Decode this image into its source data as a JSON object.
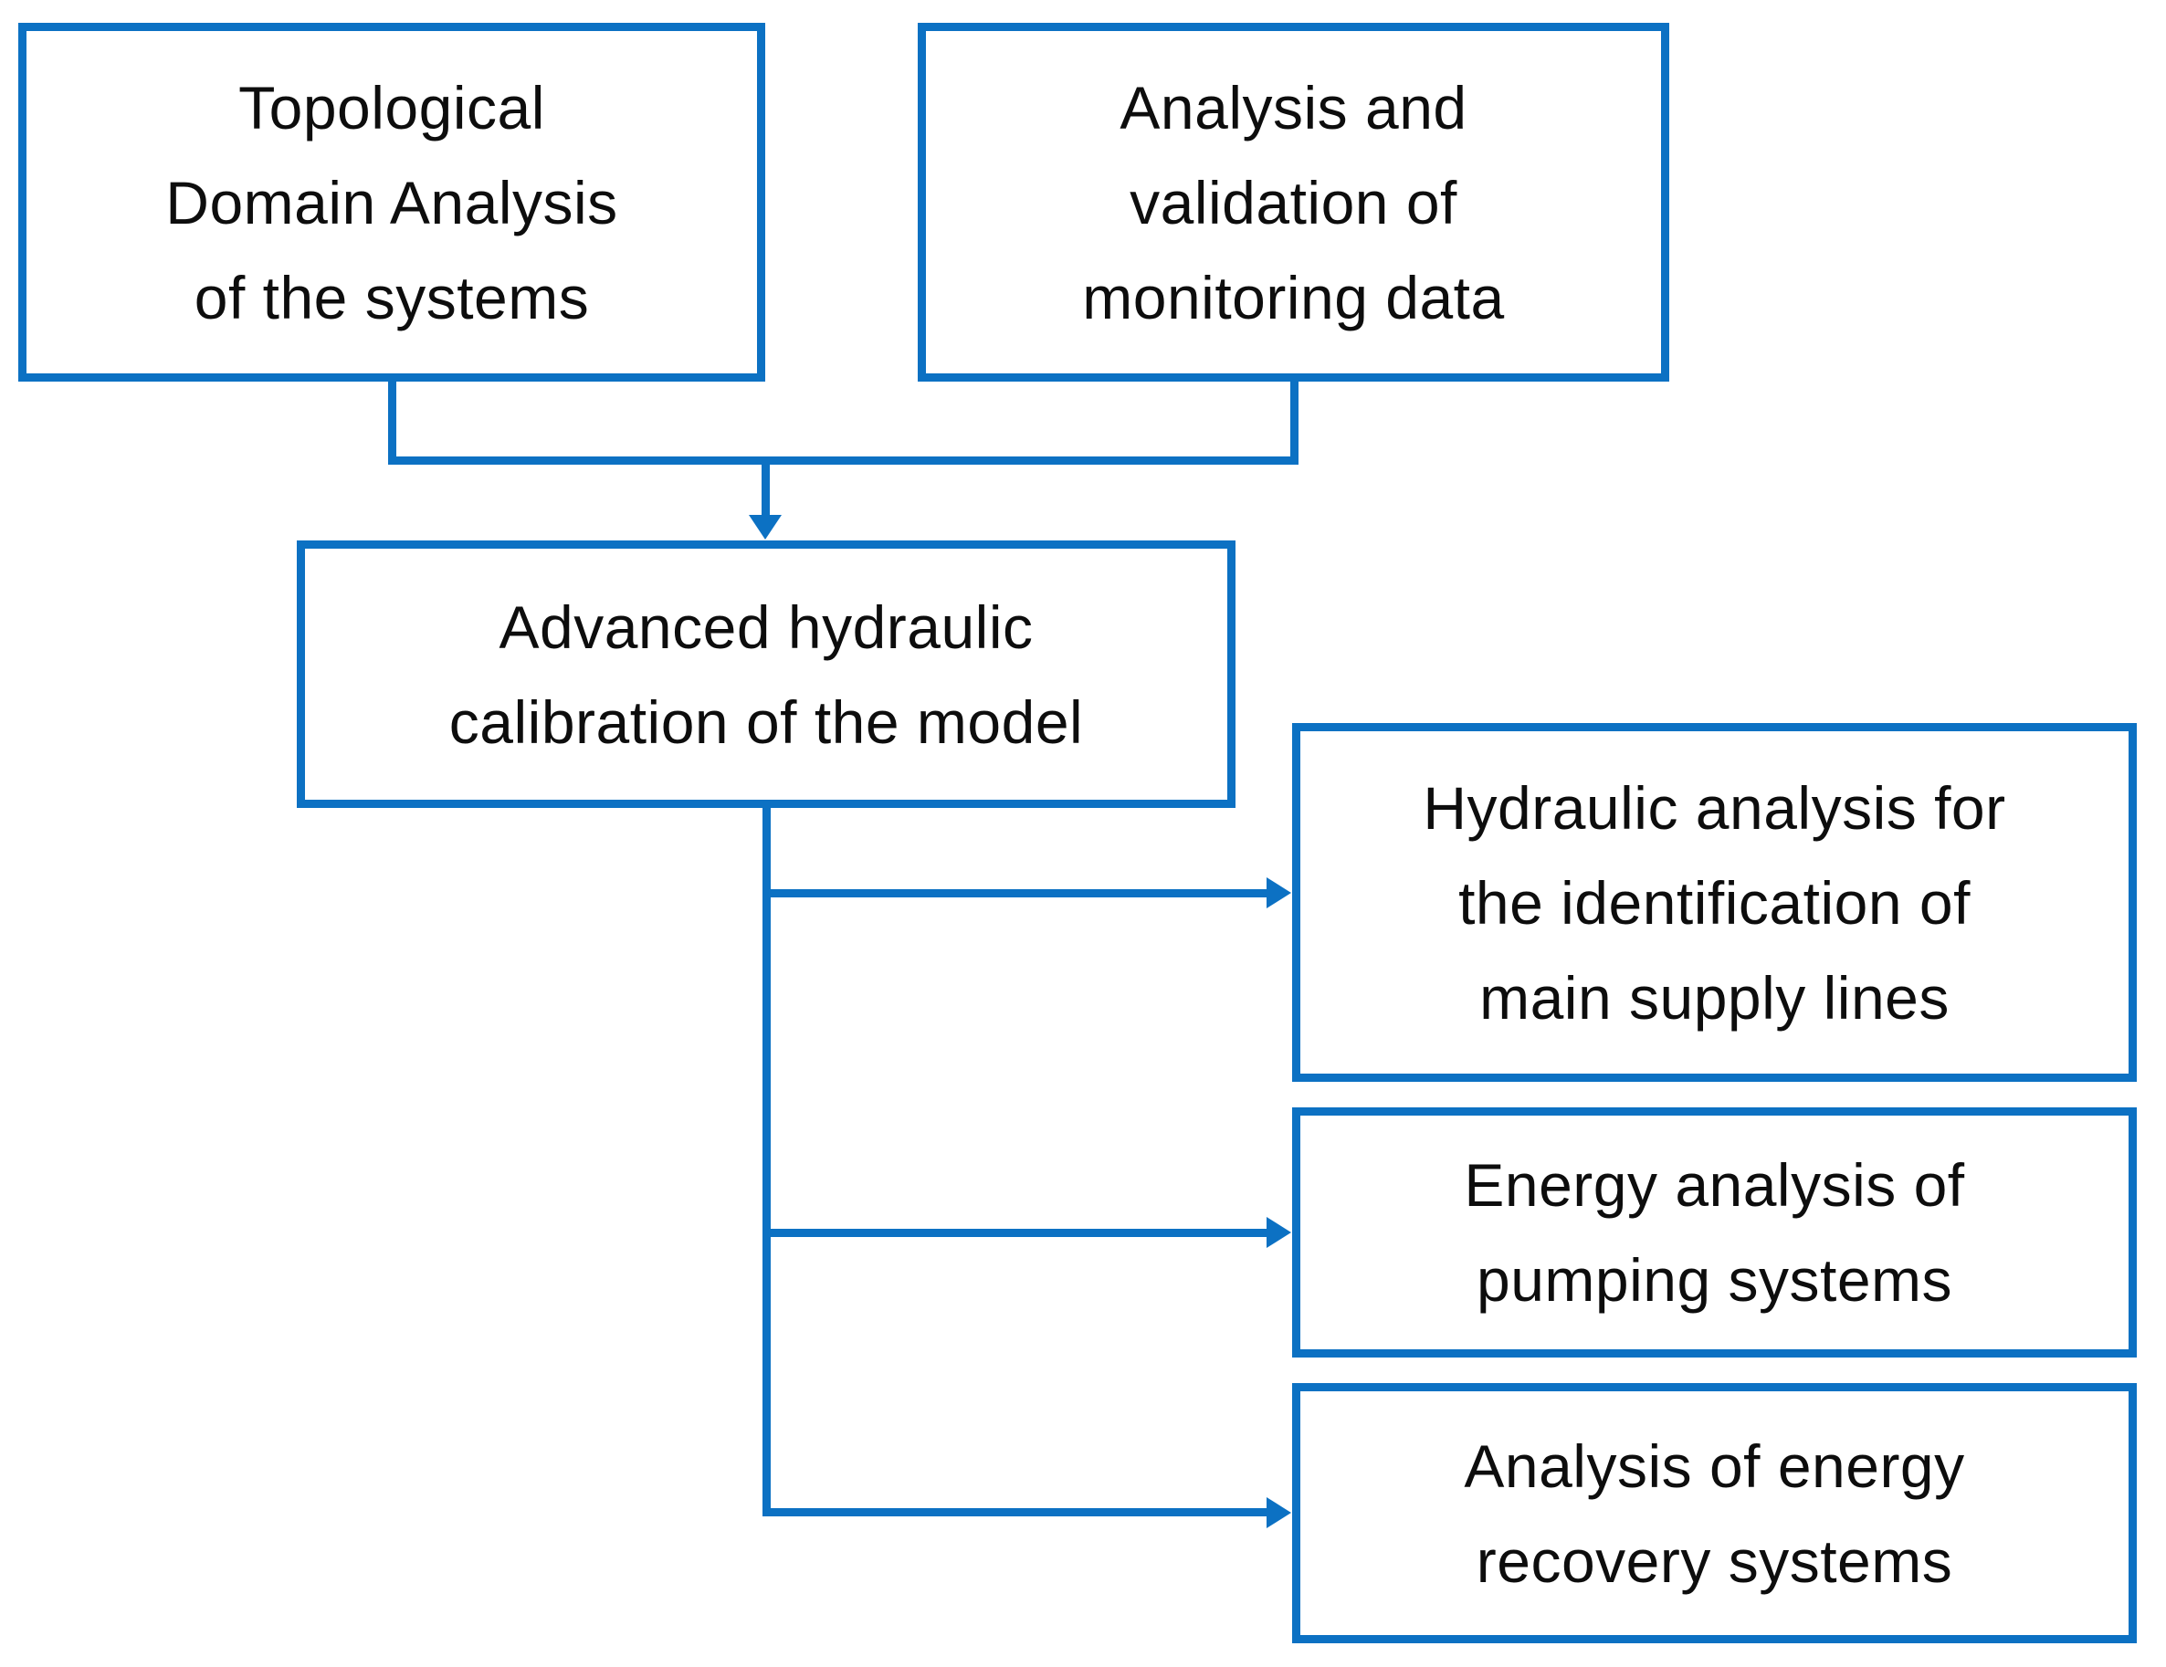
{
  "figure": {
    "type": "flowchart",
    "background_color": "#FFFFFF",
    "accent_color": "#0C71C3",
    "text_color": "#0D0D0D",
    "icons": {
      "arrow-down-icon": "css-triangle-down",
      "arrow-right-icon": "css-triangle-right"
    }
  },
  "nodes": {
    "topological": {
      "label": "Topological Domain Analysis of the systems",
      "lines": [
        "Topological",
        "Domain Analysis",
        "of the systems"
      ]
    },
    "monitoring": {
      "label": "Analysis and validation of monitoring data",
      "lines": [
        "Analysis and",
        "validation of",
        "monitoring data"
      ]
    },
    "calibration": {
      "label": "Advanced hydraulic calibration of the model",
      "lines": [
        "Advanced hydraulic",
        "calibration of the model"
      ]
    },
    "hydraulic": {
      "label": "Hydraulic analysis for the identification of main supply lines",
      "lines": [
        "Hydraulic analysis for",
        "the identification of",
        "main supply lines"
      ]
    },
    "energy": {
      "label": "Energy analysis of pumping systems",
      "lines": [
        "Energy analysis of",
        "pumping systems"
      ]
    },
    "recovery": {
      "label": "Analysis of energy recovery systems",
      "lines": [
        "Analysis of energy",
        "recovery systems"
      ]
    }
  },
  "edges": [
    {
      "from": "topological",
      "to": "calibration"
    },
    {
      "from": "monitoring",
      "to": "calibration"
    },
    {
      "from": "calibration",
      "to": "hydraulic"
    },
    {
      "from": "calibration",
      "to": "energy"
    },
    {
      "from": "calibration",
      "to": "recovery"
    }
  ]
}
